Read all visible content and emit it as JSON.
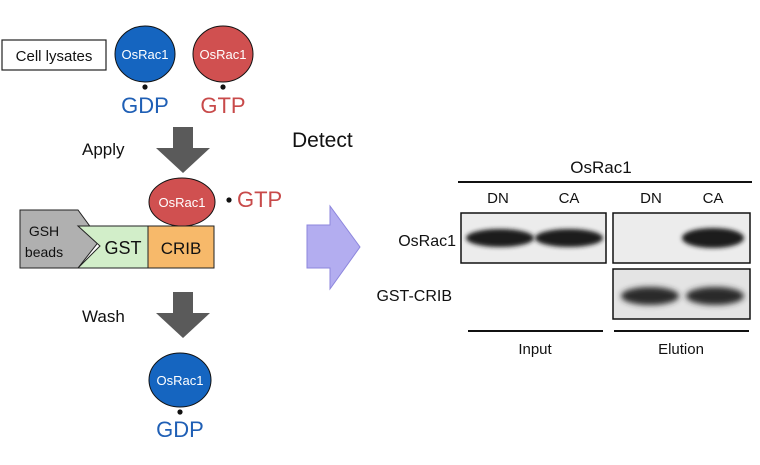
{
  "left": {
    "cell_lysates": "Cell lysates",
    "osrac1_gdp": "OsRac1",
    "osrac1_gtp": "OsRac1",
    "gdp_label": "GDP",
    "gtp_label": "GTP",
    "apply_label": "Apply",
    "bound_osrac1": "OsRac1",
    "bound_gtp_label": "GTP",
    "gsh_beads_line1": "GSH",
    "gsh_beads_line2": "beads",
    "gst_label": "GST",
    "crib_label": "CRIB",
    "wash_label": "Wash",
    "eluted_osrac1": "OsRac1",
    "eluted_gdp_label": "GDP"
  },
  "middle": {
    "detect_label": "Detect"
  },
  "blot": {
    "header": "OsRac1",
    "input_lanes": [
      "DN",
      "CA"
    ],
    "elution_lanes": [
      "DN",
      "CA"
    ],
    "row_osrac1": "OsRac1",
    "row_gst_crib": "GST-CRIB",
    "input_label": "Input",
    "elution_label": "Elution"
  },
  "colors": {
    "blue": "#1565c0",
    "red": "#d05050",
    "gray_arrow": "#5a5a5a",
    "gsh_fill": "#b0b0b0",
    "gst_fill": "#d2eec9",
    "crib_fill": "#f7b96a",
    "detect_arrow": "#b3adf0",
    "gdp_text": "#1f5fb5",
    "gtp_text": "#c84a4a"
  }
}
